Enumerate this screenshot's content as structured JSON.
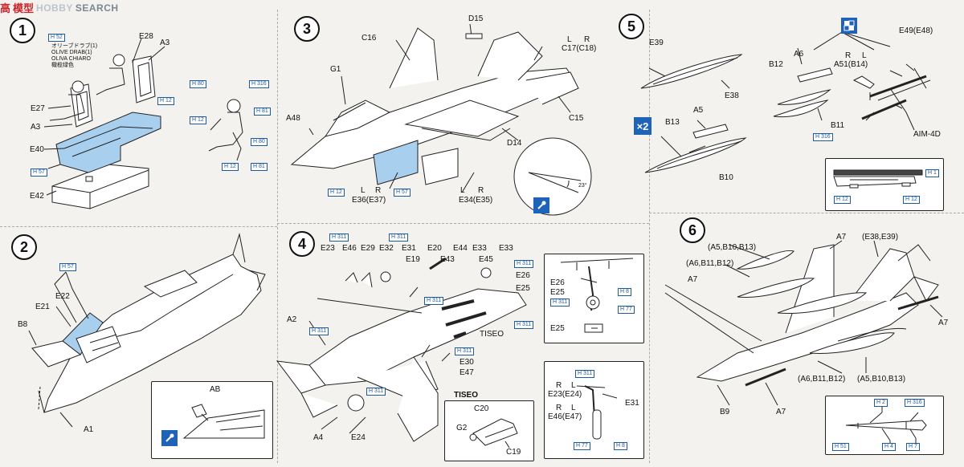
{
  "watermark": {
    "chinese": "模型",
    "english": "SEARCH",
    "ribbon": "HOBBY",
    "prefix": "高"
  },
  "steps": [
    "1",
    "2",
    "3",
    "4",
    "5",
    "6"
  ],
  "step1": {
    "paint_h52": "H 52",
    "paint_note": [
      "オリーブドラブ(1)",
      "OLIVE DRAB(1)",
      "OLIVA CHIARO",
      "橄榄绿色"
    ],
    "parts": [
      "E28",
      "A3",
      "E27",
      "A3",
      "E40",
      "E42"
    ],
    "h12": "H 12",
    "h57": "H 57",
    "pilot": [
      "H 80",
      "H 316",
      "H 81",
      "H 12",
      "H 80",
      "H 12",
      "H 81"
    ]
  },
  "step2": {
    "h57": "H 57",
    "parts": [
      "E22",
      "E21",
      "B8",
      "A1",
      "AB"
    ]
  },
  "step3": {
    "parts": [
      "C16",
      "D15",
      "L",
      "R",
      "C17(C18)",
      "G1",
      "A48",
      "C15",
      "D14",
      "L",
      "R",
      "E36(E37)",
      "L",
      "R",
      "E34(E35)"
    ],
    "h12": "H 12",
    "h57": "H 57",
    "angle": "23°"
  },
  "step4": {
    "parts": [
      "E23",
      "E46",
      "E29",
      "E32",
      "E31",
      "E19",
      "E20",
      "E44",
      "E33",
      "E33",
      "E43",
      "E45",
      "E26",
      "E25",
      "A2",
      "TISEO",
      "E30",
      "E47",
      "A4",
      "E24",
      "TISEO",
      "C20",
      "G2",
      "C19"
    ],
    "h311": "H 311",
    "inset1": [
      "E26",
      "E25",
      "H 8",
      "H 311",
      "H 77",
      "E25"
    ],
    "inset2": [
      "H 311",
      "R",
      "L",
      "E23(E24)",
      "R",
      "L",
      "E46(E47)",
      "E31",
      "H 77",
      "H 8"
    ]
  },
  "step5": {
    "parts": [
      "E39",
      "E38",
      "A5",
      "B13",
      "B10",
      "A6",
      "B12",
      "R",
      "L",
      "A51(B14)",
      "E49(E48)",
      "B11",
      "AIM-4D"
    ],
    "x2": "×2",
    "h316": "H 316",
    "inset": [
      "H 1",
      "H 12",
      "H 12"
    ]
  },
  "step6": {
    "parts": [
      "(A5,B10,B13)",
      "(A6,B11,B12)",
      "A7",
      "A7",
      "(E38,E39)",
      "A7",
      "B9",
      "A7",
      "(A6,B11,B12)",
      "(A5,B10,B13)"
    ],
    "inset": [
      "H 2",
      "H 316",
      "H 51",
      "H 4",
      "H 7"
    ]
  },
  "colors": {
    "paint": "#1e5a9c",
    "badge": "#1e63b8",
    "highlight": "#a9cfee",
    "watermark": "#c9252c"
  }
}
